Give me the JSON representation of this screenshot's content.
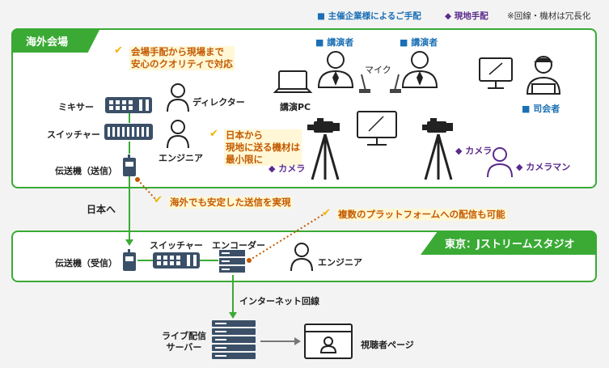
{
  "legend": {
    "host_arranged": "■ 主催企業様によるご手配",
    "local_arranged": "◆ 現地手配",
    "redundant": "※回線・機材は冗長化"
  },
  "overseas": {
    "title": "海外会場",
    "note1_line1": "会場手配から現場まで",
    "note1_line2": "安心のクオリティで対応",
    "note2_line1": "日本から",
    "note2_line2": "現地に送る機材は",
    "note2_line3": "最小限に",
    "mixer": "ミキサー",
    "switcher": "スイッチャー",
    "transmitter": "伝送機（送信）",
    "director": "ディレクター",
    "engineer": "エンジニア",
    "speaker1": "■ 講演者",
    "speaker2": "■ 講演者",
    "mic": "マイク",
    "speaker_pc": "講演PC",
    "moderator": "■ 司会者",
    "camera1": "◆ カメラ",
    "camera2": "◆ カメラ",
    "cameraman": "◆ カメラマン"
  },
  "to_japan": "日本へ",
  "note3": "海外でも安定した送信を実現",
  "note4": "複数のプラットフォームへの配信も可能",
  "tokyo": {
    "title": "東京：Jストリームスタジオ",
    "receiver": "伝送機（受信）",
    "switcher": "スイッチャー",
    "encoder": "エンコーダー",
    "engineer": "エンジニア"
  },
  "internet": "インターネット回線",
  "server_line1": "ライブ配信",
  "server_line2": "サーバー",
  "viewer_page": "視聴者ページ",
  "colors": {
    "green": "#3aaa35",
    "blue": "#1a6fb5",
    "purple": "#5b2a8c",
    "orange": "#c45a00",
    "check": "#f0b400"
  }
}
